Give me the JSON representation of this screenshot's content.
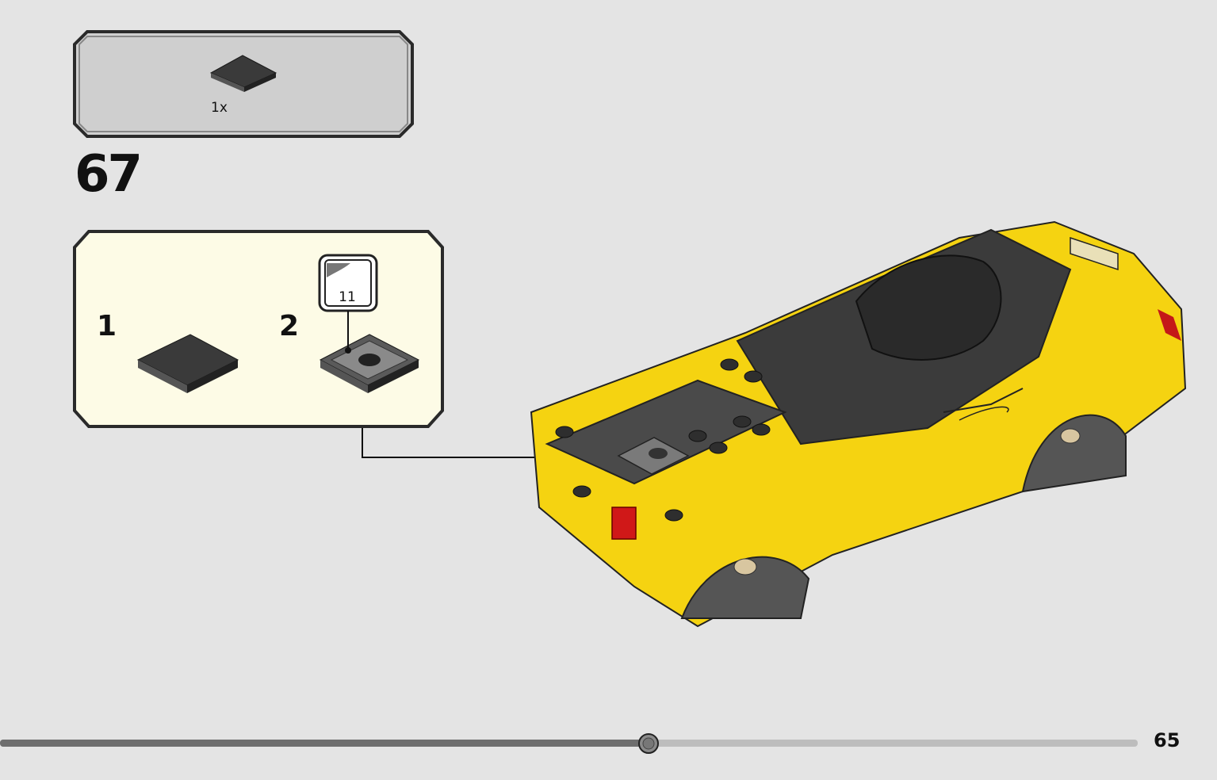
{
  "parts_list": {
    "items": [
      {
        "quantity": "1x",
        "part": "dark-gray-tile-2x2"
      }
    ]
  },
  "step": {
    "number": "67"
  },
  "sub_steps": [
    {
      "label": "1",
      "part": "dark-gray-tile-2x2"
    },
    {
      "label": "2",
      "part": "dark-gray-tile-2x2-with-sticker",
      "sticker_number": "11"
    }
  ],
  "progress": {
    "fraction": 0.57
  },
  "page": {
    "number": "65"
  },
  "colors": {
    "background": "#e4e4e4",
    "subassembly_bg": "#fdfbe6",
    "model_body": "#f5d311",
    "tile": "#3a3a3a"
  }
}
